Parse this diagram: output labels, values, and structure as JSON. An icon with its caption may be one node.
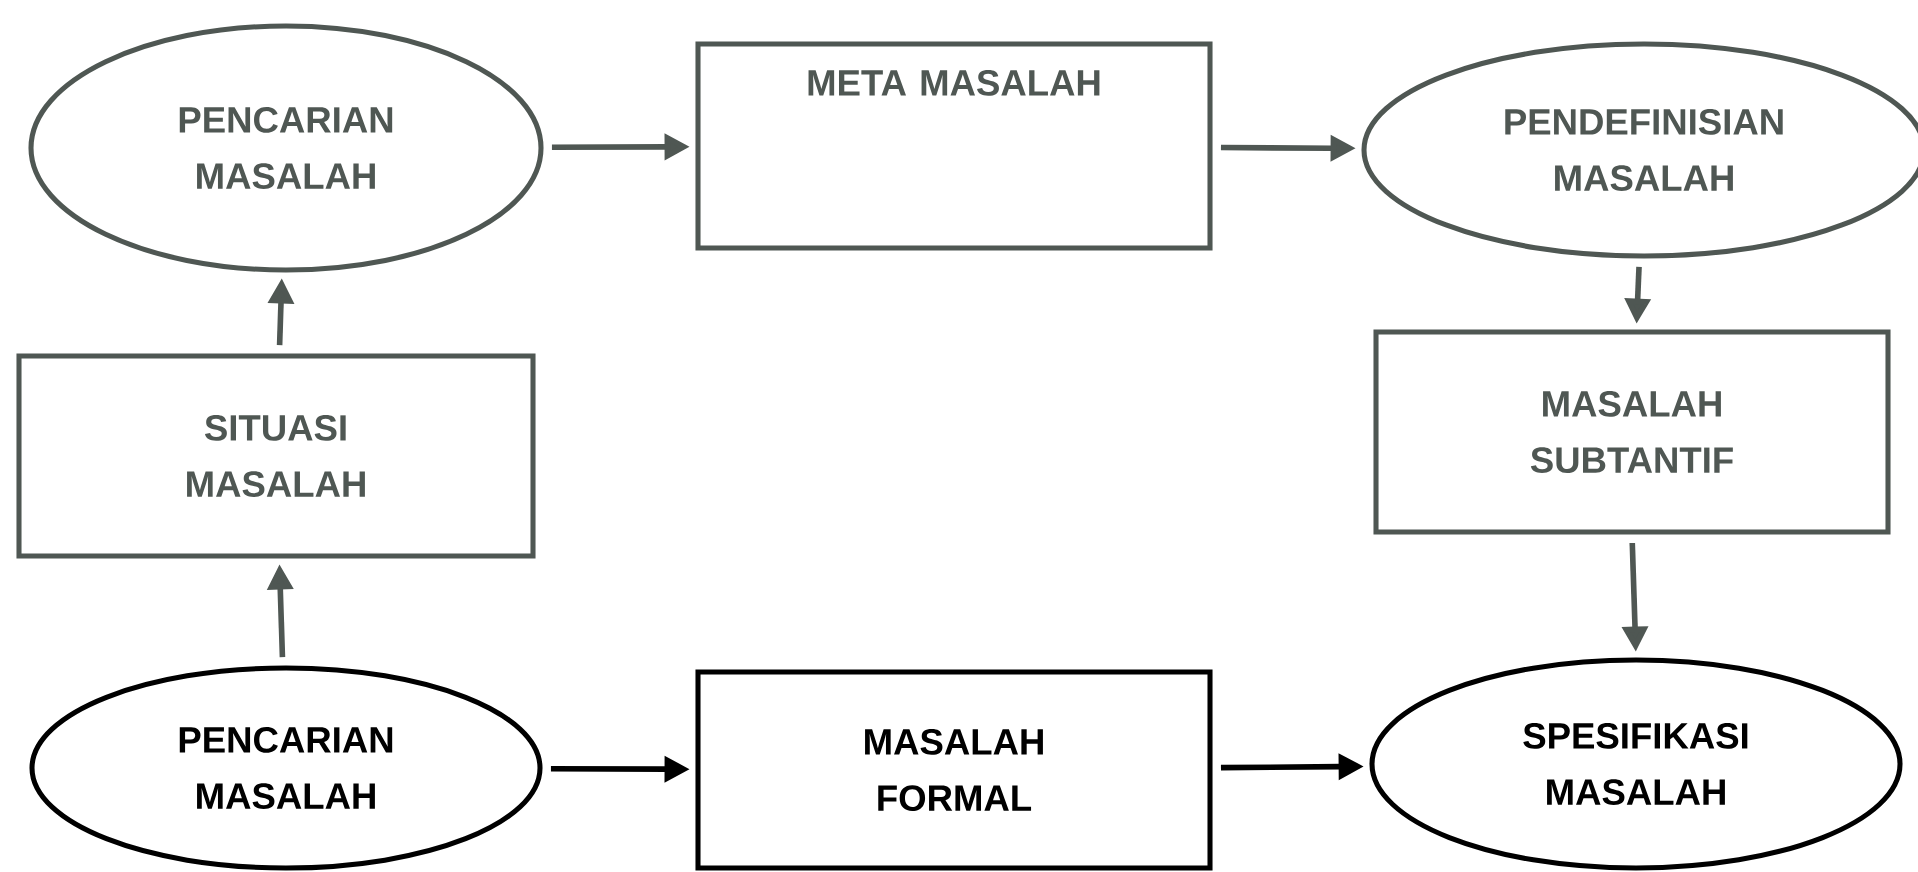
{
  "diagram": {
    "nodes": [
      {
        "text": [
          "PENCARIAN MASALAH"
        ]
      },
      {
        "text": [
          "META MASALAH"
        ]
      },
      {
        "text": [
          "PENDEFINISIAN MASALAH"
        ]
      },
      {
        "text": [
          "SITUASI MASALAH"
        ]
      },
      {
        "text": [
          "MASALAH SUBTANTIF"
        ]
      },
      {
        "text": [
          "PENCARIAN MASALAH"
        ]
      },
      {
        "text": [
          "MASALAH FORMAL"
        ]
      },
      {
        "text": [
          "SPESIFIKASI MASALAH"
        ]
      }
    ],
    "edges": [
      {
        "from": 0,
        "to": 1,
        "arrow": "to"
      },
      {
        "from": 1,
        "to": 2,
        "arrow": "to"
      },
      {
        "from": 2,
        "to": 4,
        "arrow": "to"
      },
      {
        "from": 4,
        "to": 7,
        "arrow": "to"
      },
      {
        "from": 3,
        "to": 0,
        "arrow": "to"
      },
      {
        "from": 5,
        "to": 3,
        "arrow": "to"
      },
      {
        "from": 5,
        "to": 6,
        "arrow": "to",
        "color": "#000000"
      },
      {
        "from": 6,
        "to": 7,
        "arrow": "to",
        "color": "#000000"
      }
    ]
  }
}
